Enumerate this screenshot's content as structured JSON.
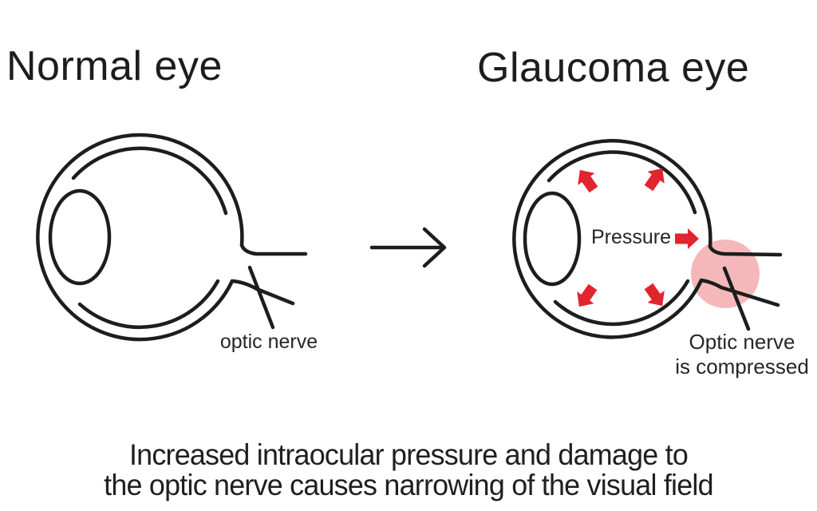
{
  "titles": {
    "left": "Normal eye",
    "right": "Glaucoma eye"
  },
  "labels": {
    "optic_nerve": "optic nerve",
    "pressure": "Pressure",
    "compressed_line1": "Optic nerve",
    "compressed_line2": "is compressed"
  },
  "caption": {
    "line1": "Increased intraocular pressure and damage to",
    "line2": "the optic nerve causes narrowing of the visual field"
  },
  "icons": {
    "transition_arrow": "right-arrow-icon",
    "pressure_arrows": "red-block-arrow-icon",
    "compression_highlight": "pink-circle-highlight"
  },
  "colors": {
    "ink": "#1d1d1d",
    "red": "#e2242e",
    "pink": "#f5b8ba",
    "background": "#ffffff"
  }
}
